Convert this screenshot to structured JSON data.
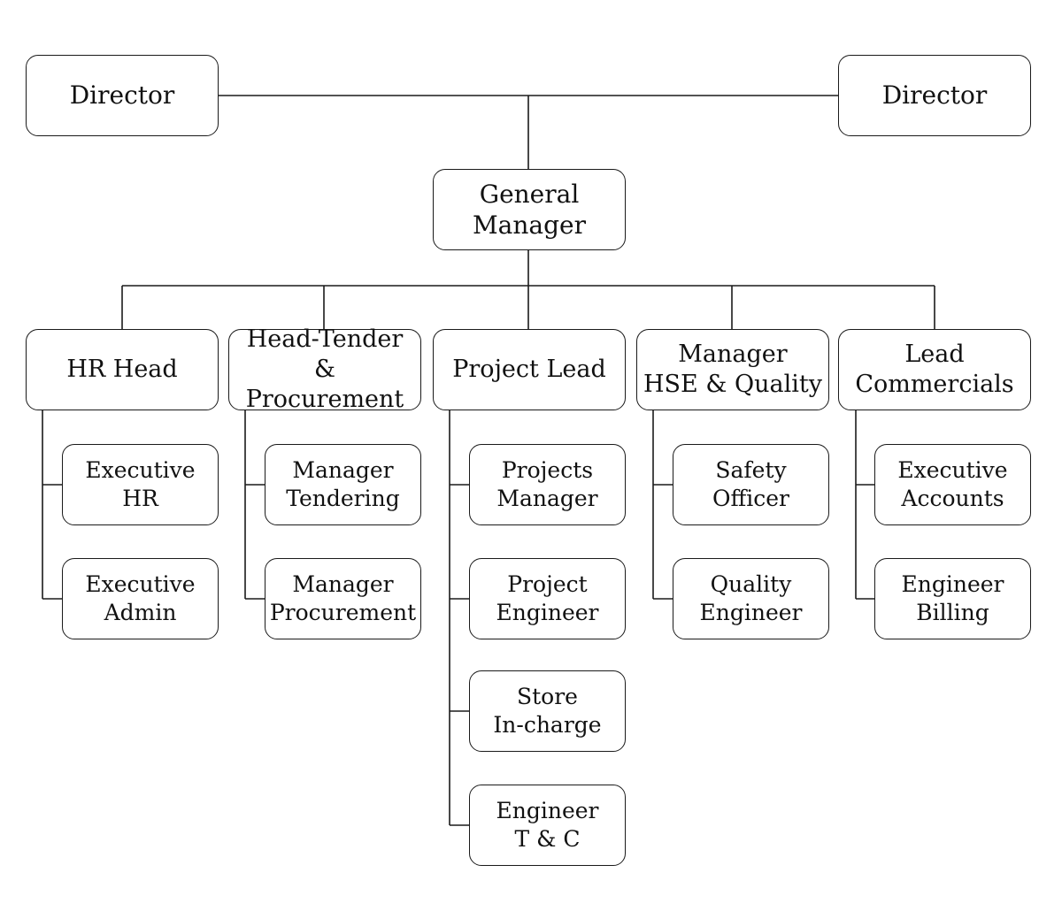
{
  "org_chart": {
    "top": [
      {
        "id": "director-left",
        "label": "Director"
      },
      {
        "id": "director-right",
        "label": "Director"
      }
    ],
    "general_manager": {
      "id": "general-manager",
      "label": "General\nManager"
    },
    "departments": [
      {
        "id": "hr-head",
        "label": "HR Head",
        "reports": [
          {
            "id": "executive-hr",
            "label": "Executive\nHR"
          },
          {
            "id": "executive-admin",
            "label": "Executive\nAdmin"
          }
        ]
      },
      {
        "id": "head-tender-procurement",
        "label": "Head-Tender\n& Procurement",
        "reports": [
          {
            "id": "manager-tendering",
            "label": "Manager\nTendering"
          },
          {
            "id": "manager-procurement",
            "label": "Manager\nProcurement"
          }
        ]
      },
      {
        "id": "project-lead",
        "label": "Project Lead",
        "reports": [
          {
            "id": "projects-manager",
            "label": "Projects\nManager"
          },
          {
            "id": "project-engineer",
            "label": "Project\nEngineer"
          },
          {
            "id": "store-in-charge",
            "label": "Store\nIn-charge"
          },
          {
            "id": "engineer-t-c",
            "label": "Engineer\nT & C"
          }
        ]
      },
      {
        "id": "manager-hse-quality",
        "label": "Manager\nHSE & Quality",
        "reports": [
          {
            "id": "safety-officer",
            "label": "Safety\nOfficer"
          },
          {
            "id": "quality-engineer",
            "label": "Quality\nEngineer"
          }
        ]
      },
      {
        "id": "lead-commercials",
        "label": "Lead\nCommercials",
        "reports": [
          {
            "id": "executive-accounts",
            "label": "Executive\nAccounts"
          },
          {
            "id": "engineer-billing",
            "label": "Engineer\nBilling"
          }
        ]
      }
    ]
  }
}
